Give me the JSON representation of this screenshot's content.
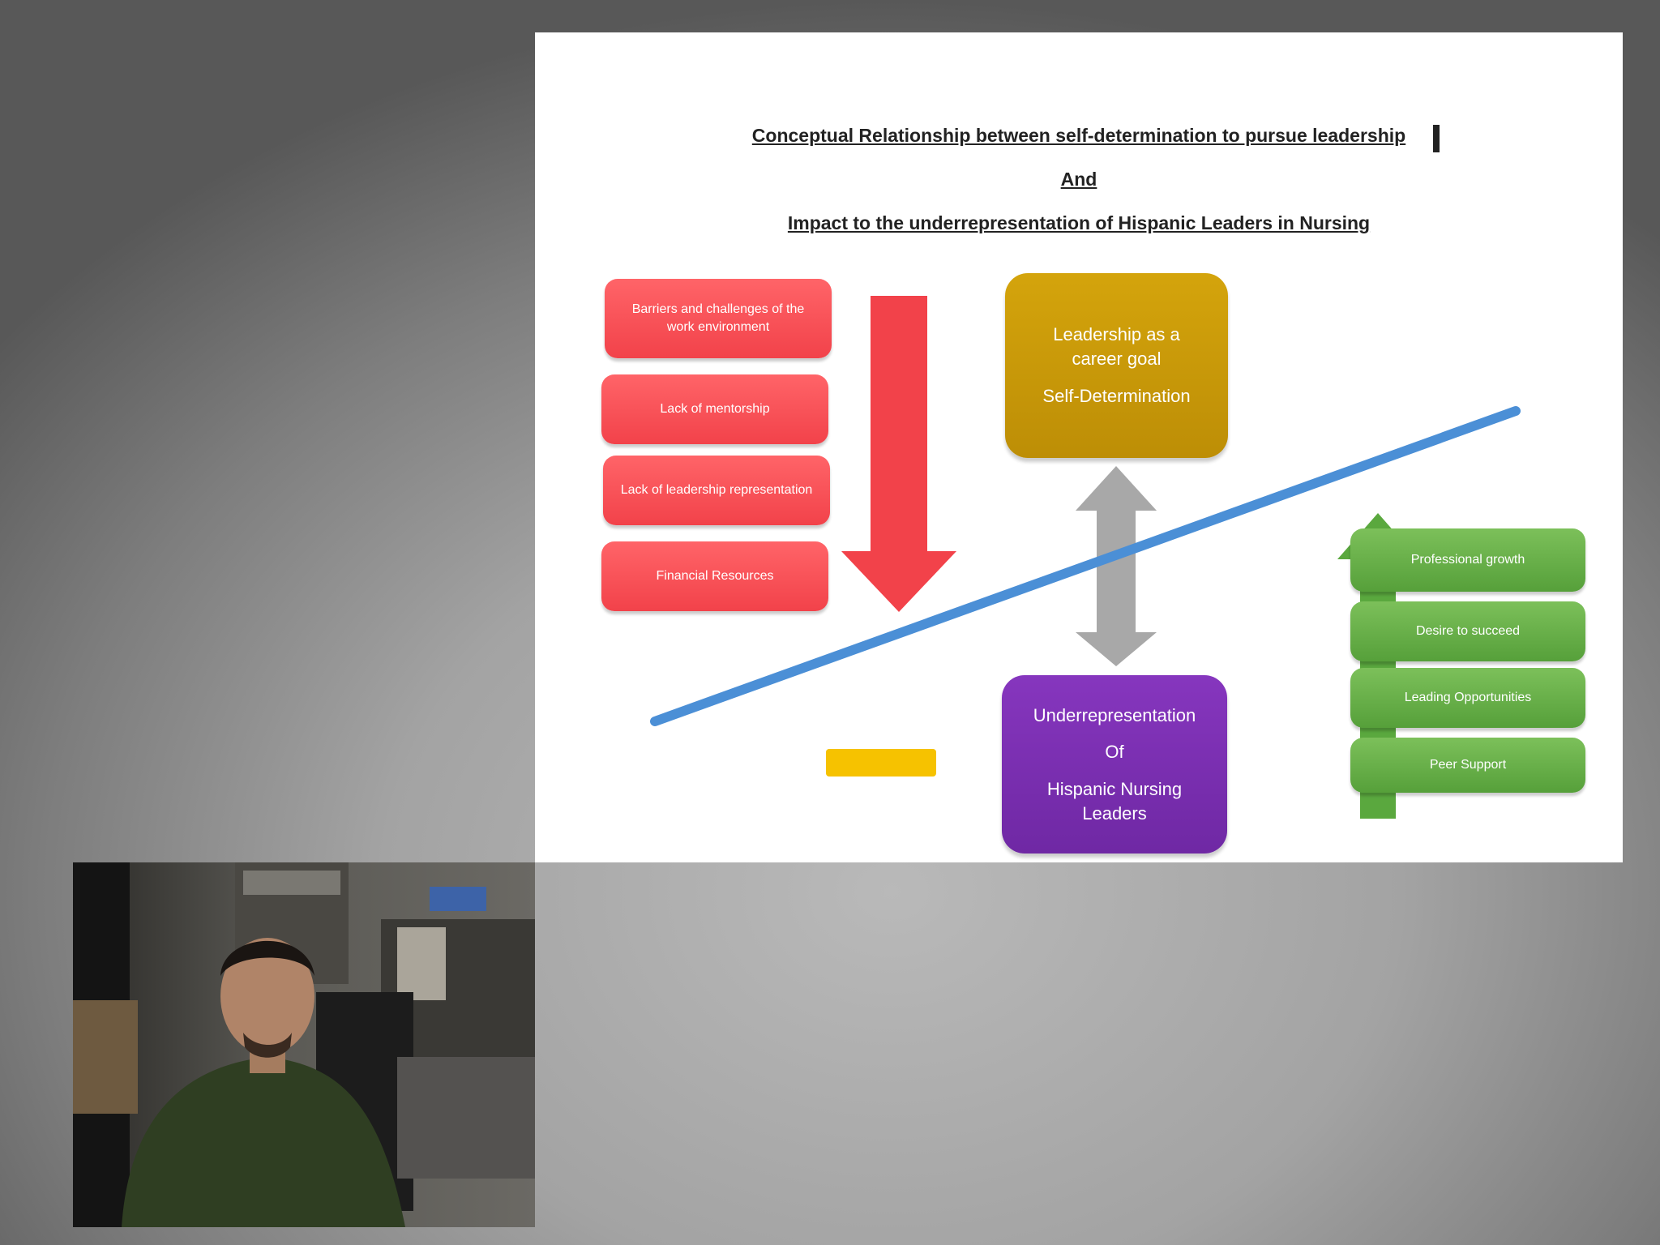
{
  "slide": {
    "title_line1": "Conceptual Relationship between self-determination to pursue leadership",
    "title_line2": "And",
    "title_line3": "Impact to the underrepresentation of Hispanic Leaders in Nursing",
    "barriers": [
      "Barriers and challenges of the work environment",
      "Lack of mentorship",
      "Lack of leadership representation",
      "Financial Resources"
    ],
    "career_goal": {
      "line1": "Leadership as a career goal",
      "line2": "Self-Determination"
    },
    "underrepresentation": {
      "line1": "Underrepresentation",
      "line2": "Of",
      "line3": "Hispanic Nursing Leaders"
    },
    "positives": [
      "Professional growth",
      "Desire to succeed",
      "Leading Opportunities",
      "Peer Support"
    ]
  },
  "colors": {
    "red": "#f2424a",
    "gold": "#c99a08",
    "purple": "#7a2fb0",
    "green": "#5aa83e",
    "orange": "#f07d1e",
    "yellow": "#f6c200",
    "blue_line": "#4b8fd6",
    "gray_arrow": "#a8a8a8"
  },
  "icons": {
    "plus": "plus-icon",
    "minus": "minus-icon"
  }
}
